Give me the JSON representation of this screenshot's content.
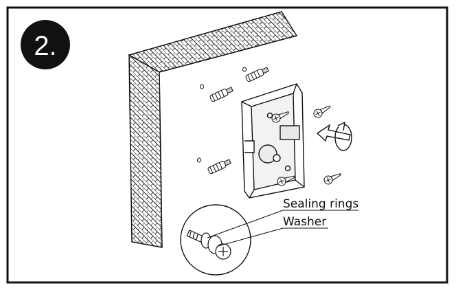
{
  "step": {
    "number": "2."
  },
  "callouts": {
    "sealing_rings": "Sealing rings",
    "washer": "Washer"
  },
  "colors": {
    "ink": "#111111",
    "paper": "#ffffff",
    "badge": "#111111",
    "shade": "#d9d9d9"
  },
  "icons": [
    "rotate-arrow-icon"
  ]
}
